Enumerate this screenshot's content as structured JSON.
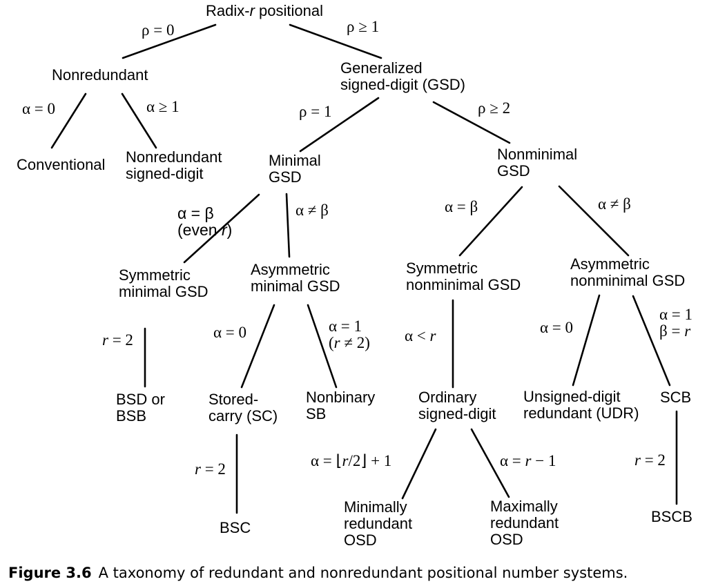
{
  "nodes": {
    "root": [
      "Radix-r positional"
    ],
    "nonredundant": [
      "Nonredundant"
    ],
    "gsd": [
      "Generalized",
      "signed-digit (GSD)"
    ],
    "conventional": [
      "Conventional"
    ],
    "nonred_sd": [
      "Nonredundant",
      "signed-digit"
    ],
    "minimal_gsd": [
      "Minimal",
      "GSD"
    ],
    "nonminimal_gsd": [
      "Nonminimal",
      "GSD"
    ],
    "sym_min": [
      "Symmetric",
      "minimal GSD"
    ],
    "asym_min": [
      "Asymmetric",
      "minimal GSD"
    ],
    "sym_nonmin": [
      "Symmetric",
      "nonminimal GSD"
    ],
    "asym_nonmin": [
      "Asymmetric",
      "nonminimal GSD"
    ],
    "bsd": [
      "BSD or",
      "BSB"
    ],
    "sc": [
      "Stored-",
      "carry (SC)"
    ],
    "nonbinary_sb": [
      "Nonbinary",
      "SB"
    ],
    "ordinary_sd": [
      "Ordinary",
      "signed-digit"
    ],
    "udr": [
      "Unsigned-digit",
      "redundant (UDR)"
    ],
    "scb": [
      "SCB"
    ],
    "bsc": [
      "BSC"
    ],
    "min_osd": [
      "Minimally",
      "redundant",
      "OSD"
    ],
    "max_osd": [
      "Maximally",
      "redundant",
      "OSD"
    ],
    "bscb": [
      "BSCB"
    ]
  },
  "labels": {
    "rho0": [
      "ρ = 0"
    ],
    "rho_ge1": [
      "ρ ≥ 1"
    ],
    "alpha0_a": [
      "α = 0"
    ],
    "alpha_ge1": [
      "α ≥ 1"
    ],
    "rho1": [
      "ρ = 1"
    ],
    "rho_ge2": [
      "ρ ≥ 2"
    ],
    "ab_eq_even": [
      "α = β",
      "(even r)"
    ],
    "ab_neq_1": [
      "α ≠ β"
    ],
    "ab_eq_2": [
      "α = β"
    ],
    "ab_neq_2": [
      "α ≠ β"
    ],
    "r2_a": [
      "r = 2"
    ],
    "alpha0_b": [
      "α = 0"
    ],
    "alpha1_rne2": [
      "α = 1",
      "(r ≠ 2)"
    ],
    "alpha_lt_r": [
      "α < r"
    ],
    "alpha0_c": [
      "α = 0"
    ],
    "alpha1_beta_r": [
      "α = 1",
      "β = r"
    ],
    "r2_b": [
      "r = 2"
    ],
    "alpha_floor": [
      "α = ⌊r/2⌋ + 1"
    ],
    "alpha_rm1": [
      "α = r − 1"
    ],
    "r2_c": [
      "r = 2"
    ]
  },
  "caption": {
    "label": "Figure 3.6",
    "text": "A taxonomy of redundant and nonredundant positional number systems."
  }
}
